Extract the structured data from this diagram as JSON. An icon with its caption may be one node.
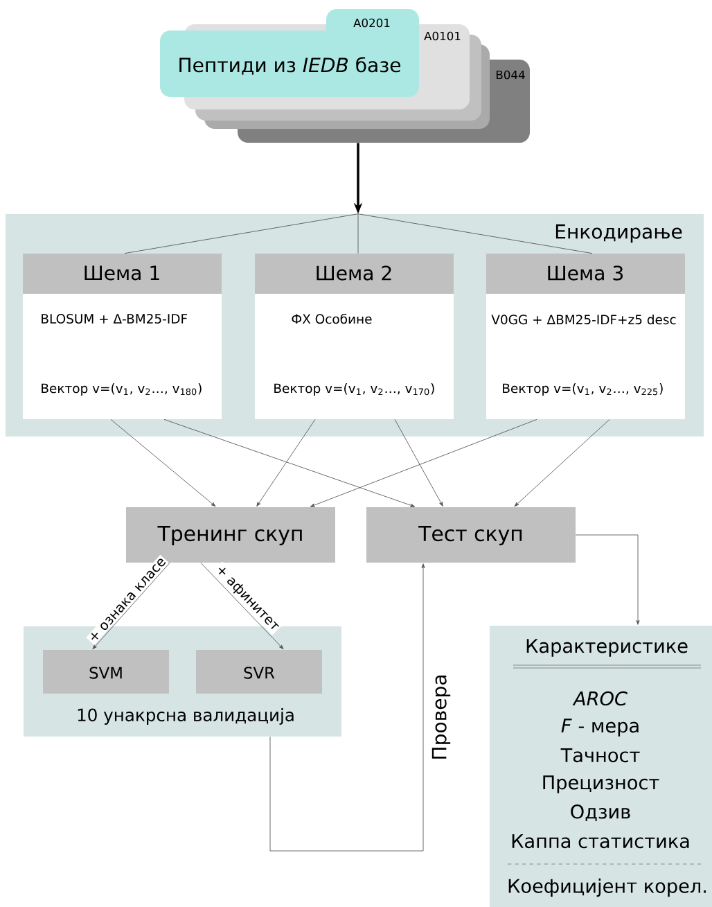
{
  "diagram": {
    "nodes": [
      {
        "text": [
          "A0201",
          "Пептиди из *IEDB* базе"
        ]
      },
      {
        "text": [
          "A0101"
        ]
      },
      {
        "text": [],
        "shape": "box"
      },
      {
        "text": [],
        "shape": "box"
      },
      {
        "text": [
          "B044"
        ]
      },
      {
        "text": [
          "Енкодирање"
        ]
      },
      {
        "text": [
          "Шема 1",
          "BLOSUM + Δ-BM25-IDF",
          "Вектор v=(v$_{1}$, v$_{2}$…, v$_{180}$)"
        ],
        "in": 5
      },
      {
        "text": [
          "Шема 2",
          "ФХ Особине",
          "Вектор v=(v$_{1}$, v$_{2}$…, v$_{170}$)"
        ],
        "in": 5
      },
      {
        "text": [
          "Шема 3",
          "V0GG + ΔBM25-IDF+z5 desc",
          "Вектор v=(v$_{1}$, v$_{2}$…, v$_{225}$)"
        ],
        "in": 5
      },
      {
        "text": [
          "Тренинг скуп"
        ]
      },
      {
        "text": [
          "Тест скуп"
        ]
      },
      {
        "text": [
          "10 унакрсна валидација"
        ]
      },
      {
        "text": [
          "SVM"
        ],
        "in": 11
      },
      {
        "text": [
          "SVR"
        ],
        "in": 11
      },
      {
        "text": [
          "Карактеристике",
          "AROC",
          "*F* - мера",
          "Тачност",
          "Прецизност",
          "Одзив",
          "Каппа статистика",
          "Коефицијент корел."
        ]
      }
    ],
    "edges": [
      {
        "from": 4,
        "to": 5,
        "arrow": "to",
        "style": "thick",
        "color": "#000000"
      },
      {
        "from": 5,
        "to": 6,
        "arrow": "none"
      },
      {
        "from": 5,
        "to": 7,
        "arrow": "none"
      },
      {
        "from": 5,
        "to": 8,
        "arrow": "none"
      },
      {
        "from": 6,
        "to": 9,
        "arrow": "to"
      },
      {
        "from": 6,
        "to": 10,
        "arrow": "to"
      },
      {
        "from": 7,
        "to": 9,
        "arrow": "to"
      },
      {
        "from": 7,
        "to": 10,
        "arrow": "to"
      },
      {
        "from": 8,
        "to": 9,
        "arrow": "to"
      },
      {
        "from": 8,
        "to": 10,
        "arrow": "to"
      },
      {
        "from": 9,
        "to": 12,
        "arrow": "to",
        "label": "+ ознака класе"
      },
      {
        "from": 9,
        "to": 13,
        "arrow": "to",
        "label": "+ афинитет"
      },
      {
        "from": 11,
        "to": 10,
        "arrow": "to",
        "label": "Провера"
      },
      {
        "from": 10,
        "to": 14,
        "arrow": "to"
      }
    ]
  }
}
